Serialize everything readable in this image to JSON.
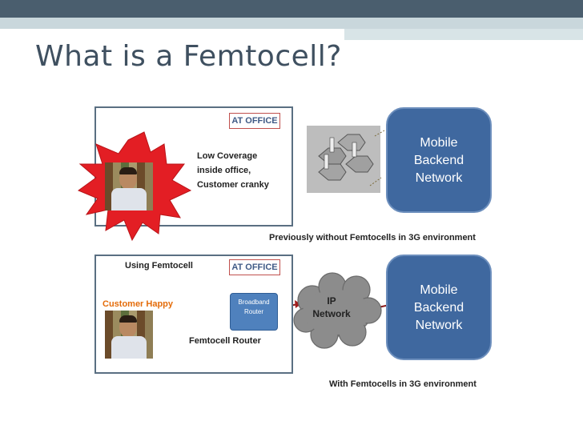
{
  "slide": {
    "title": "What is a Femtocell?"
  },
  "top_scene": {
    "office_tag": "AT OFFICE",
    "status_lines": [
      "Low Coverage",
      "inside office,",
      "Customer cranky"
    ],
    "backend_lines": [
      "Mobile",
      "Backend",
      "Network"
    ],
    "caption": "Previously without Femtocells in 3G environment"
  },
  "bottom_scene": {
    "using_label": "Using Femtocell",
    "office_tag": "AT OFFICE",
    "customer_label": "Customer Happy",
    "router_lines": [
      "Broadband",
      "Router"
    ],
    "femto_label": "Femtocell Router",
    "ip_lines": [
      "IP",
      "Network"
    ],
    "backend_lines": [
      "Mobile",
      "Backend",
      "Network"
    ],
    "caption": "With Femtocells in 3G environment"
  },
  "colors": {
    "accent_red": "#e31e24",
    "backend_blue": "#3f689f",
    "arrow_red": "#c0392b",
    "customer_orange": "#e46c0a"
  }
}
